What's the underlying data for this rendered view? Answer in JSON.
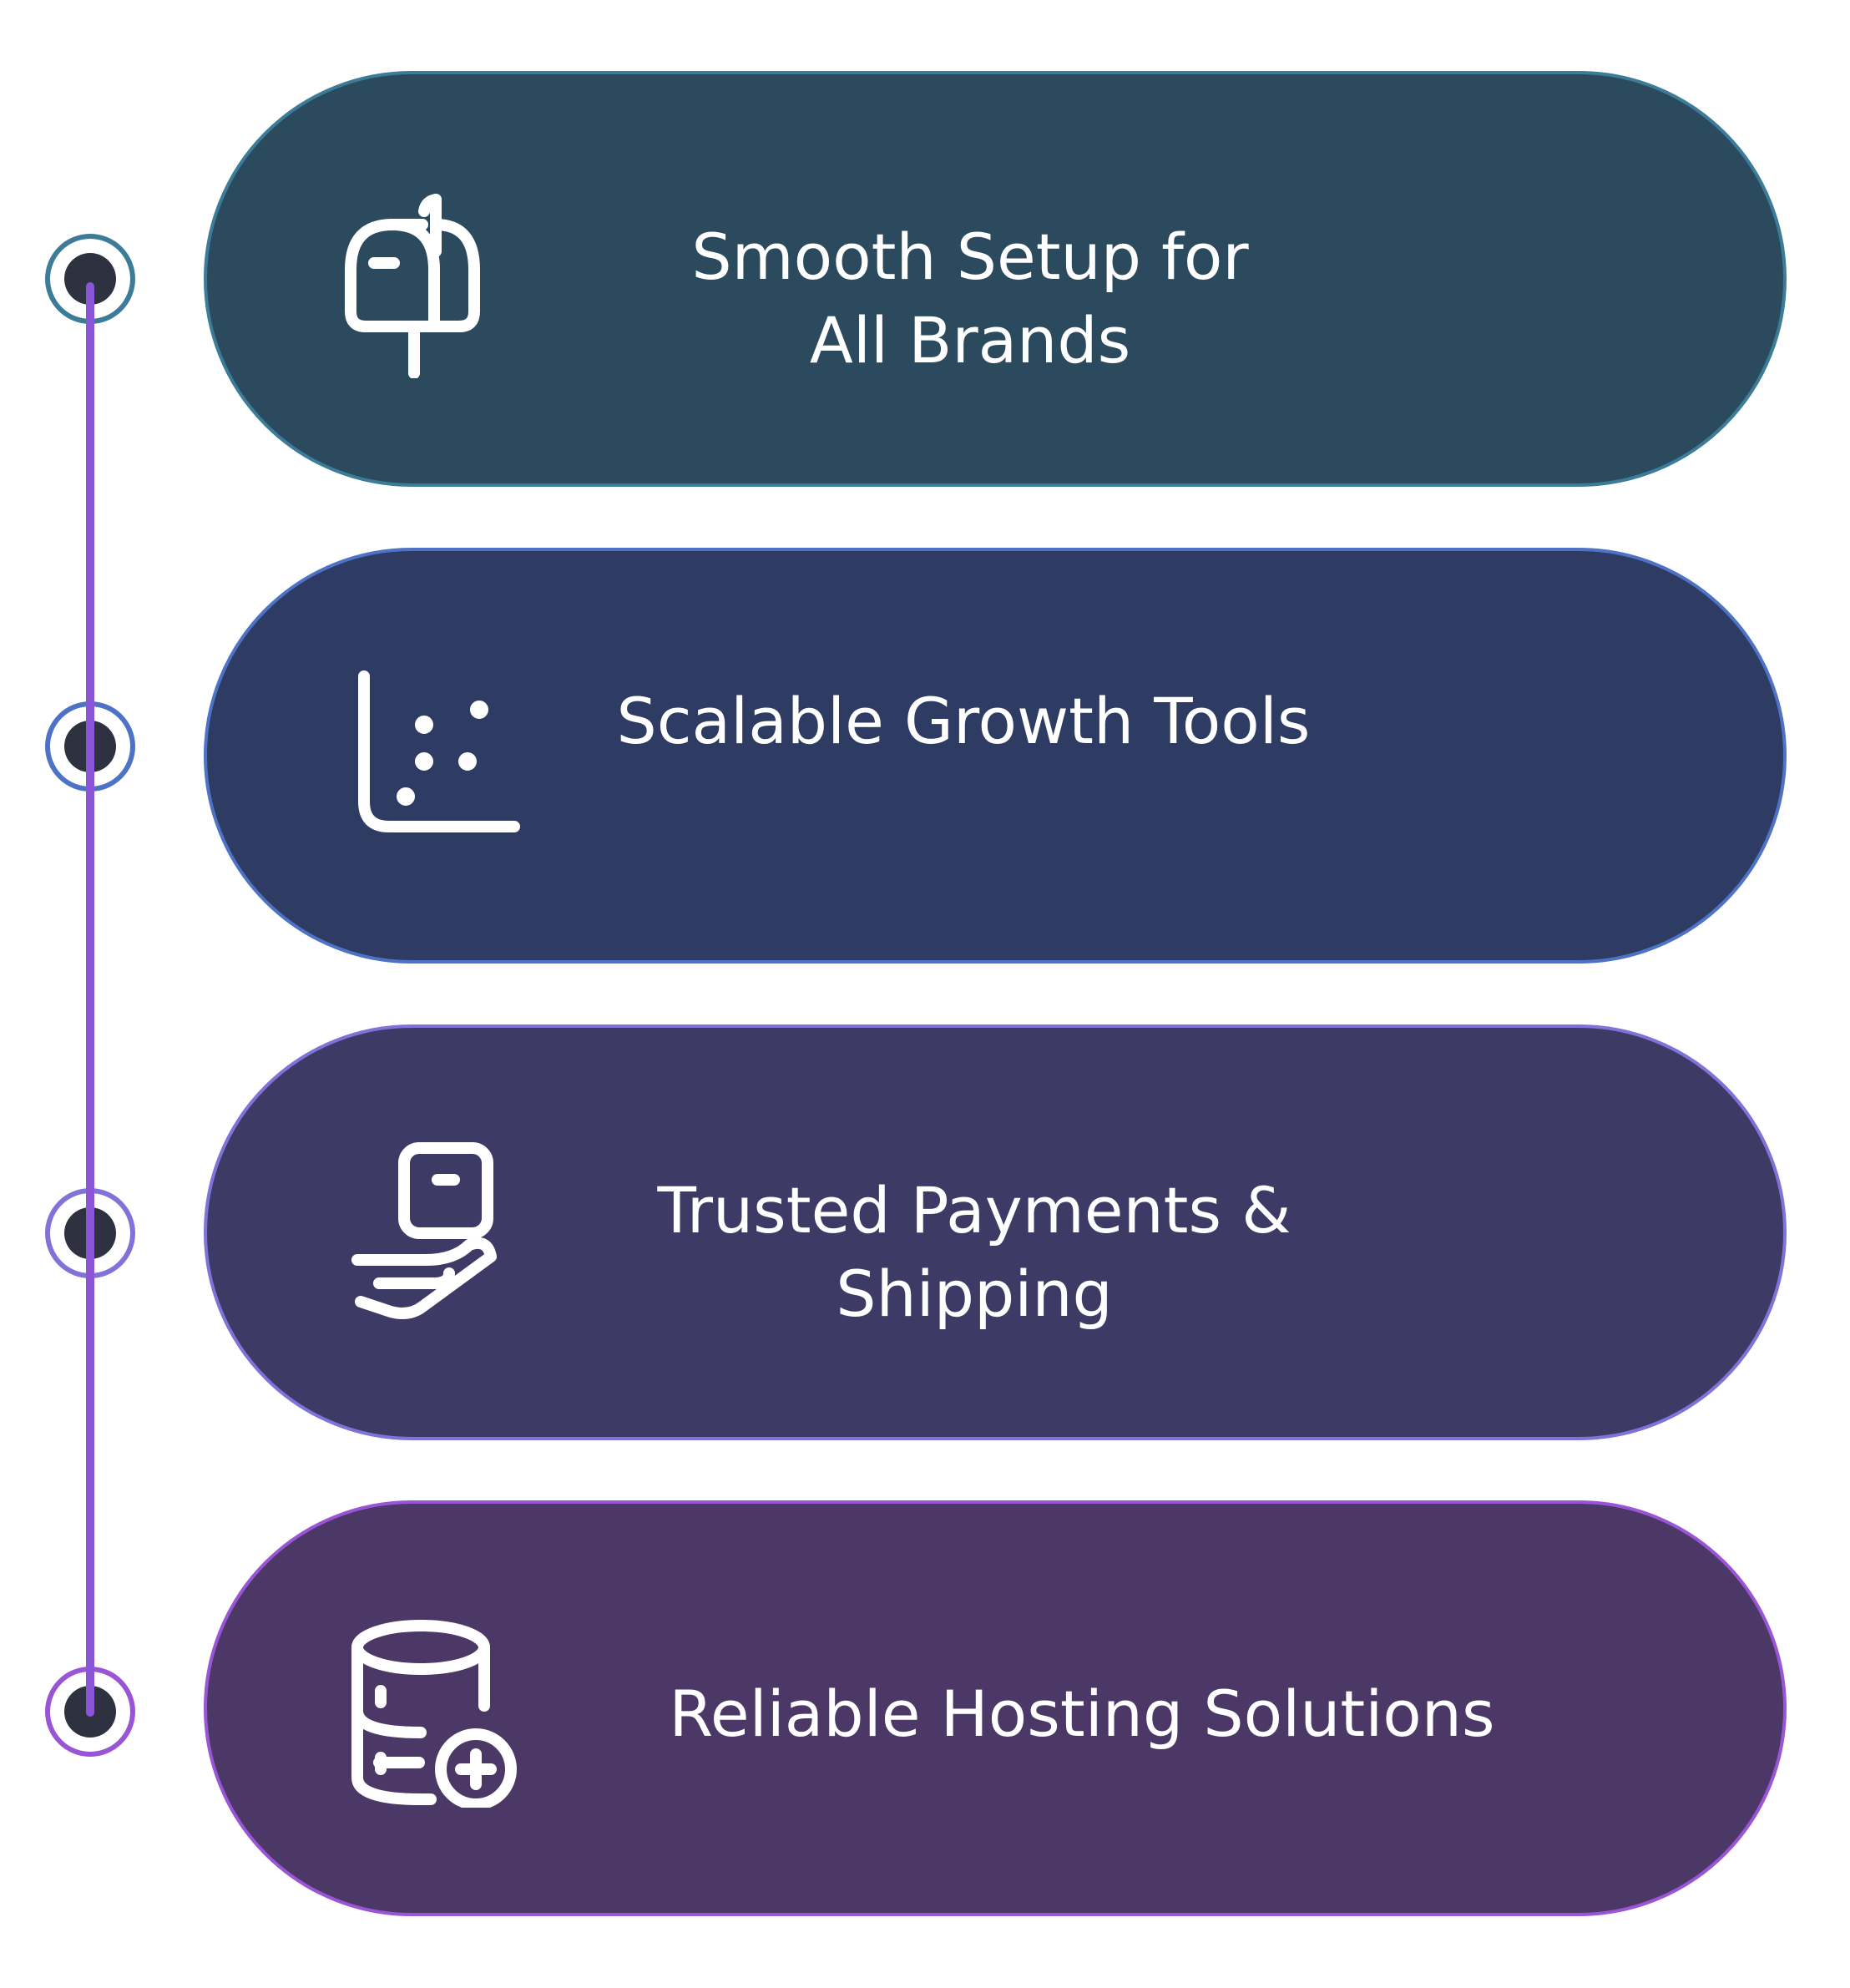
{
  "colors": {
    "line": "#8A55D6",
    "pill_1_fill": "#2B4A5E",
    "pill_1_border": "#3C7C99",
    "pill_2_fill": "#2E3B63",
    "pill_2_border": "#4D72C6",
    "pill_3_fill": "#3D3B66",
    "pill_3_border": "#7F72D9",
    "pill_4_fill": "#4B3867",
    "pill_4_border": "#9A55D6",
    "node_core": "#2E3140",
    "text": "#FFFFFF"
  },
  "steps": [
    {
      "label": "Smooth Setup for All Brands",
      "icon": "mailbox-icon"
    },
    {
      "label": "Scalable Growth Tools",
      "icon": "scatter-chart-icon"
    },
    {
      "label": "Trusted Payments & Shipping",
      "icon": "package-in-hand-icon"
    },
    {
      "label": "Reliable Hosting Solutions",
      "icon": "database-add-icon"
    }
  ]
}
